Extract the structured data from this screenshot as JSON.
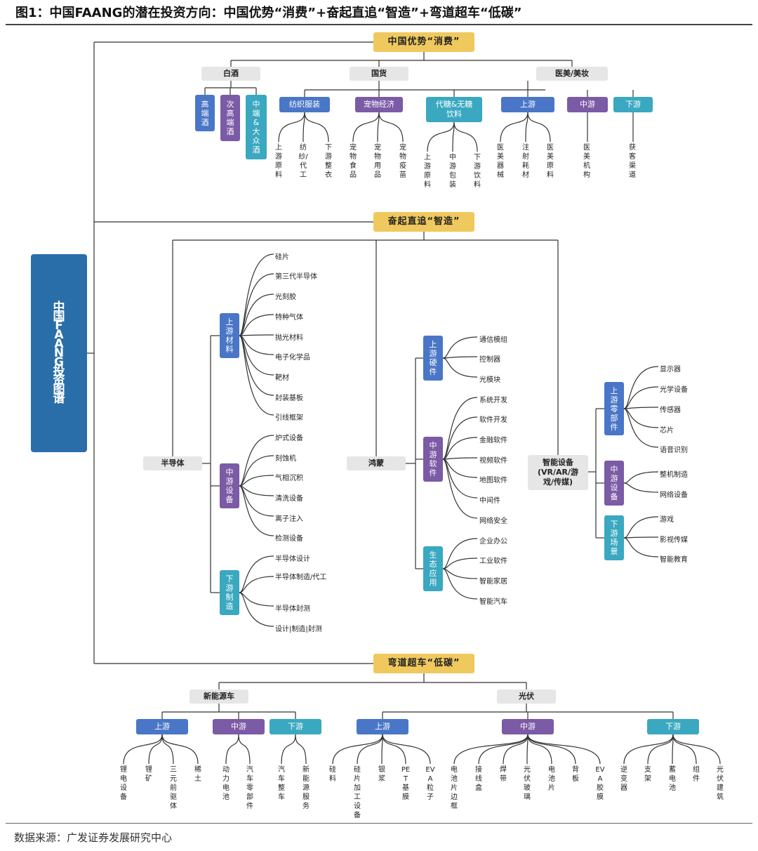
{
  "header": {
    "title": "图1：中国FAANG的潜在投资方向：中国优势“消费”+奋起直追“智造”+弯道超车“低碳”"
  },
  "source": "数据来源：广发证券发展研究中心",
  "root_label": "中国FAANG投资图谱",
  "sections": {
    "consumption": {
      "title": "中国优势“消费”",
      "baijiu": {
        "label": "白酒",
        "children": [
          "高端酒",
          "次高端酒",
          "中端&大众酒"
        ]
      },
      "guochao": {
        "label": "国货",
        "textile": {
          "label": "纺织服装",
          "leaves": [
            "上游原料",
            "纺纱/代工",
            "下游整衣"
          ]
        },
        "pet": {
          "label": "宠物经济",
          "leaves": [
            "宠物食品",
            "宠物用品",
            "宠物疫苗"
          ]
        },
        "drink": {
          "label": "代糖&无糖饮料",
          "leaves": [
            "上游原料",
            "中游包装",
            "下游饮料"
          ]
        }
      },
      "beauty": {
        "label": "医美/美妆",
        "up": {
          "label": "上游",
          "leaves": [
            "医美器械",
            "注射耗材",
            "医美原料"
          ]
        },
        "mid": {
          "label": "中游",
          "leaves": [
            "医美机构"
          ]
        },
        "down": {
          "label": "下游",
          "leaves": [
            "获客渠道"
          ]
        }
      }
    },
    "manufacturing": {
      "title": "奋起直追“智造”",
      "semi": {
        "label": "半导体",
        "up": {
          "label": "上游材料",
          "leaves": [
            "硅片",
            "第三代半导体",
            "光刻胶",
            "特种气体",
            "抛光材料",
            "电子化学品",
            "靶材",
            "封装基板",
            "引线框架"
          ]
        },
        "mid": {
          "label": "中游设备",
          "leaves": [
            "炉式设备",
            "刻蚀机",
            "气相沉积",
            "清洗设备",
            "离子注入",
            "检测设备"
          ]
        },
        "down": {
          "label": "下游制造",
          "leaves": [
            "半导体设计",
            "半导体制造/代工",
            "半导体封测",
            "设计|制造|封测"
          ]
        }
      },
      "hongmeng": {
        "label": "鸿蒙",
        "hw": {
          "label": "上游硬件",
          "leaves": [
            "通信模组",
            "控制器",
            "光模块"
          ]
        },
        "sw": {
          "label": "中游软件",
          "leaves": [
            "系统开发",
            "软件开发",
            "金融软件",
            "视频软件",
            "地图软件",
            "中间件",
            "网络安全"
          ]
        },
        "eco": {
          "label": "生态应用",
          "leaves": [
            "企业办公",
            "工业软件",
            "智能家居",
            "智能汽车"
          ]
        }
      },
      "smart": {
        "label": "智能设备\n(VR/AR/游\n戏/传媒)",
        "parts": {
          "label": "上游零部件",
          "leaves": [
            "显示器",
            "光学设备",
            "传感器",
            "芯片",
            "语音识别"
          ]
        },
        "equip": {
          "label": "中游设备",
          "leaves": [
            "整机制造",
            "网络设备"
          ]
        },
        "scene": {
          "label": "下游场景",
          "leaves": [
            "游戏",
            "影视传媒",
            "智能教育"
          ]
        }
      }
    },
    "lowcarbon": {
      "title": "弯道超车“低碳”",
      "nev": {
        "label": "新能源车",
        "up": {
          "label": "上游",
          "leaves": [
            "锂电设备",
            "锂矿",
            "三元前驱体",
            "稀土"
          ]
        },
        "mid": {
          "label": "中游",
          "leaves": [
            "动力电池",
            "汽车零部件"
          ]
        },
        "down": {
          "label": "下游",
          "leaves": [
            "汽车整车",
            "新能源服务"
          ]
        }
      },
      "pv": {
        "label": "光伏",
        "up": {
          "label": "上游",
          "leaves": [
            "硅料",
            "硅片加工设备",
            "银浆",
            "PET基膜",
            "EVA粒子"
          ]
        },
        "mid": {
          "label": "中游",
          "leaves": [
            "电池片边框",
            "接线盒",
            "焊带",
            "光伏玻璃",
            "电池片",
            "背板",
            "EVA胶膜"
          ]
        },
        "down": {
          "label": "下游",
          "leaves": [
            "逆变器",
            "支架",
            "蓄电池",
            "组件",
            "光伏建筑"
          ]
        }
      }
    }
  },
  "colors": {
    "gold": "#f0c95e",
    "blue": "#4a76c7",
    "purple": "#7b5aa6",
    "teal": "#3aa8c0",
    "navy": "#2a6ea9",
    "grey": "#e6e6e6"
  }
}
